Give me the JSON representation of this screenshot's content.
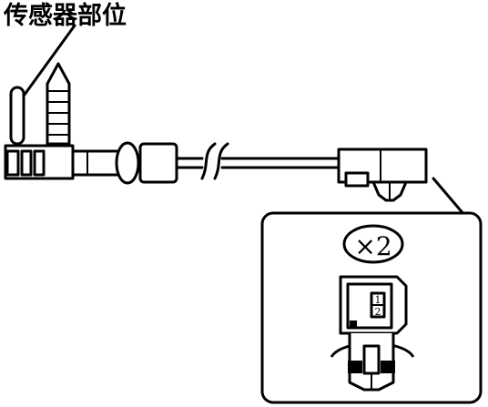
{
  "title": "传感器部位",
  "detail": {
    "multiplier_label": "×2",
    "pins": [
      "1",
      "2"
    ]
  },
  "colors": {
    "stroke": "#000000",
    "fill": "#ffffff"
  }
}
